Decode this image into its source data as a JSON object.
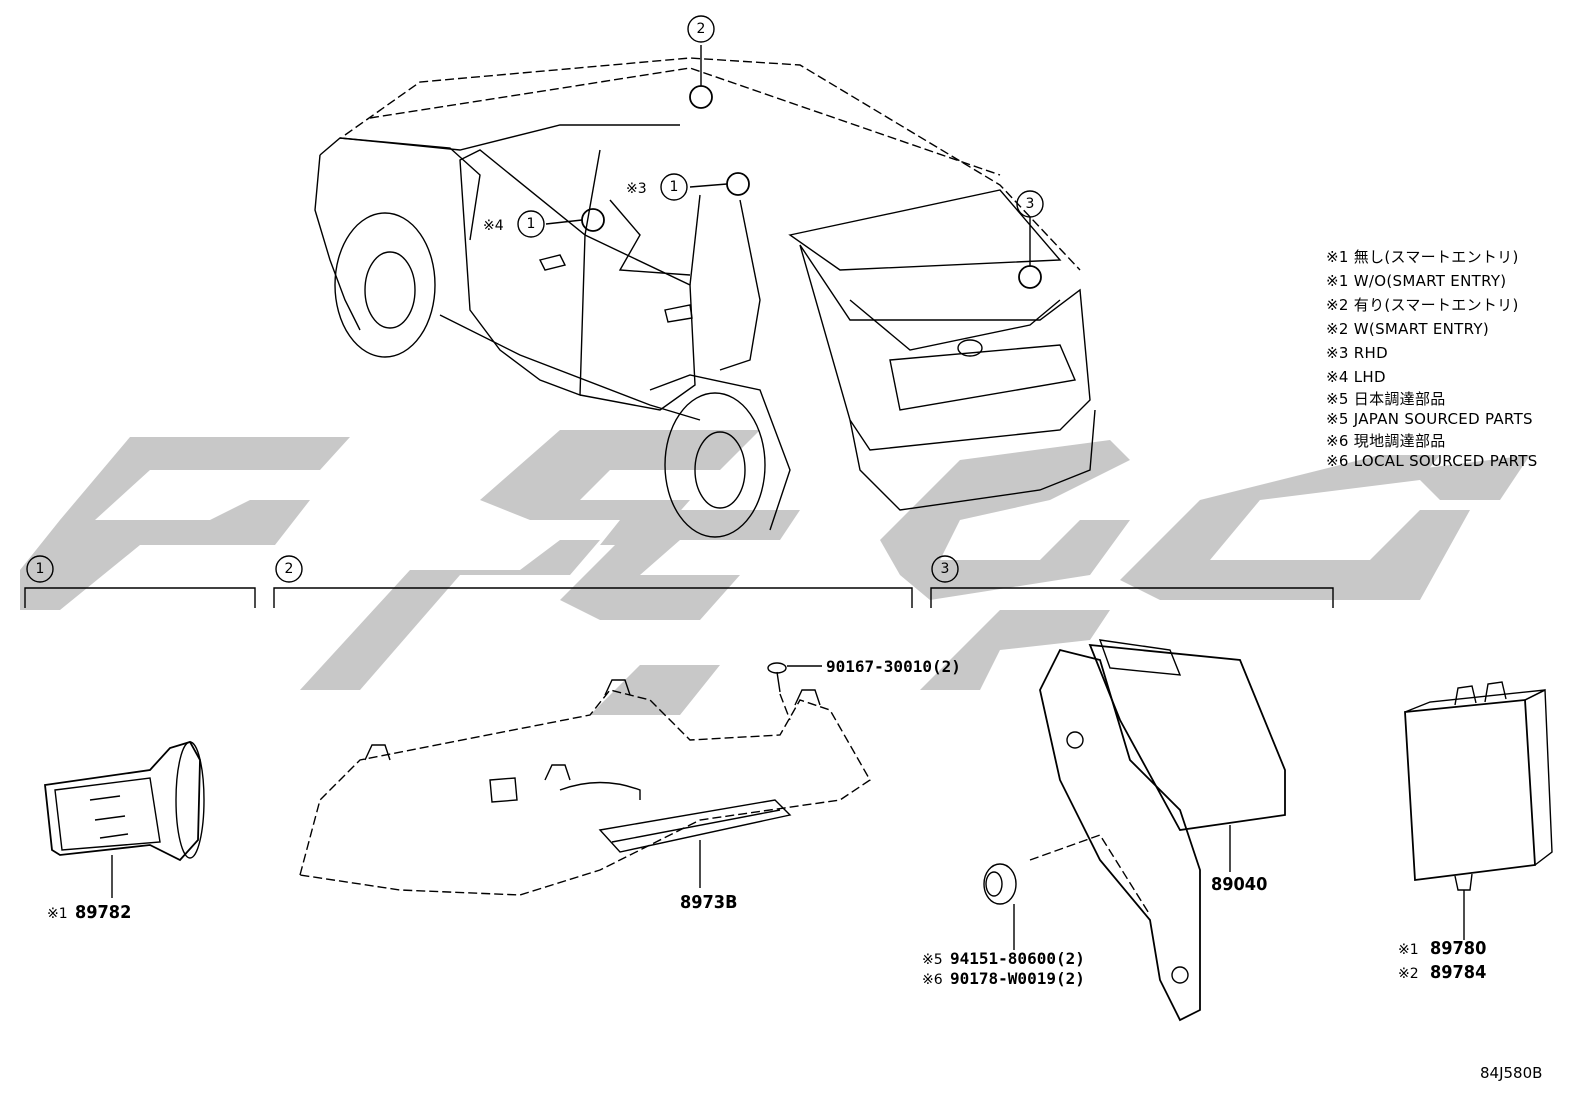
{
  "callouts": {
    "c1": "1",
    "c2": "2",
    "c3": "3"
  },
  "overview": {
    "note3": "※3",
    "note4": "※4"
  },
  "legend": [
    "※1 無し(スマートエントリ)",
    "※1 W/O(SMART ENTRY)",
    "※2 有り(スマートエントリ)",
    "※2 W(SMART ENTRY)",
    "※3 RHD",
    "※4 LHD",
    "※5 日本調達部品",
    "※5 JAPAN SOURCED PARTS",
    "※6 現地調達部品",
    "※6 LOCAL SOURCED PARTS"
  ],
  "parts": {
    "p89782": {
      "mark": "※1",
      "number": "89782"
    },
    "p8973B": {
      "number": "8973B"
    },
    "p90167": {
      "number": "90167-30010(2)"
    },
    "p89040": {
      "number": "89040"
    },
    "p94151": {
      "mark": "※5",
      "number": "94151-80600(2)"
    },
    "p90178": {
      "mark": "※6",
      "number": "90178-W0019(2)"
    },
    "p89780": {
      "mark": "※1",
      "number": "89780"
    },
    "p89784": {
      "mark": "※2",
      "number": "89784"
    }
  },
  "diagram_code": "84J580B",
  "colors": {
    "line": "#000000",
    "watermark": "#c8c8c8",
    "background": "#ffffff"
  }
}
